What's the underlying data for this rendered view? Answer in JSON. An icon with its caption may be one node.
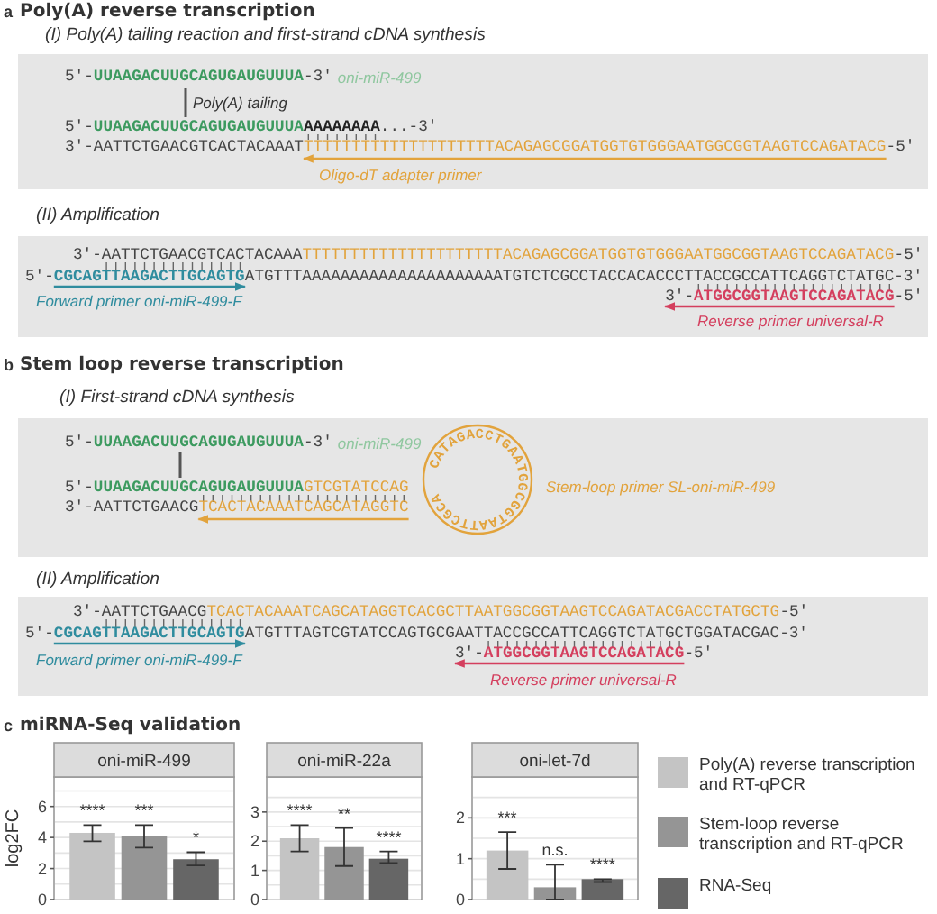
{
  "diagram": {
    "labels": [
      "a",
      "Poly(A) reverse transcription",
      "(I) Poly(A) tailing reaction and first-strand cDNA synthesis",
      "5'-",
      "UUAAGACUUGCAGUGAUGUUUA",
      "-3'",
      "oni-miR-499",
      "Poly(A) tailing",
      "5'-",
      "UUAAGACUUGCAGUGAUGUUUA",
      "AAAAAAAA",
      "...-3'",
      "3'-AATTCTGAACGTCACTACAAAT",
      "TTTTTTTTTTTTTTTTTTTTACAGAGCGGATGGTGTGGGAATGGCGGTAAGTCCAGATACG",
      "-5'",
      "Oligo-dT adapter primer",
      "(II) Amplification",
      "3'-AATTCTGAACGTCACTACAAA",
      "TTTTTTTTTTTTTTTTTTTTTACAGAGCGGATGGTGTGGGAATGGCGGTAAGTCCAGATACG",
      "-5'",
      "5'-",
      "CGCAGTTAAGACTTGCAGTG",
      "ATGTTTAAAAAAAAAAAAAAAAAAAAATGTCTCGCCTACCACACCCTTACCGCCATTCAGGTCTATGC-3'",
      "3'-",
      "ATGGCGGTAAGTCCAGATACG",
      "-5'",
      "Forward primer oni-miR-499-F",
      "Reverse primer universal-R",
      "b",
      "Stem loop reverse transcription",
      "(I) First-strand cDNA synthesis",
      "5'-",
      "UUAAGACUUGCAGUGAUGUUUA",
      "-3'",
      "oni-miR-499",
      "5'-",
      "UUAAGACUUGCAGUGAUGUUUA",
      "GTCGTATCCAG",
      "3'-AATTCTGAACG",
      "TCACTACAAATCAGCATAGGTC",
      "CATAGACCTGAATGGCGGTAATTCGCA",
      "Stem-loop primer SL-oni-miR-499",
      "(II) Amplification",
      "3'-AATTCTGAACG",
      "TCACTACAAATCAGCATAGGTCACGCTTAATGGCGGTAAGTCCAGATACGACCTATGCTG",
      "-5'",
      "5'-",
      "CGCAGTTAAGACTTGCAGTG",
      "ATGTTTAGTCGTATCCAGTGCGAATTACCGCCATTCAGGTCTATGCTGGATACGAC-3'",
      "3'-",
      "ATGGCGGTAAGTCCAGATACG",
      "-5'",
      "Forward primer oni-miR-499-F",
      "Reverse primer universal-R",
      "c",
      "miRNA-Seq validation"
    ],
    "legend": [
      {
        "text": "Poly(A) reverse transcription and RT-qPCR",
        "color": "#c4c4c4"
      },
      {
        "text": "Stem-loop reverse transcription and RT-qPCR",
        "color": "#959595"
      },
      {
        "text": "RNA-Seq",
        "color": "#666666"
      }
    ],
    "chart_data": [
      {
        "type": "bar",
        "title": "oni-miR-499",
        "ylabel": "log2FC",
        "grid": true,
        "values": [
          4.3,
          4.1,
          2.6
        ],
        "ylim": [
          0,
          7.9
        ],
        "yticks": [
          0,
          2,
          4,
          6
        ],
        "value_labels": [
          "****",
          "***",
          "*"
        ]
      },
      {
        "type": "bar",
        "title": "oni-miR-22a",
        "grid": true,
        "values": [
          2.1,
          1.8,
          1.4
        ],
        "ylim": [
          0,
          4.2
        ],
        "yticks": [
          0,
          1,
          2,
          3
        ],
        "value_labels": [
          "****",
          "**",
          "****"
        ]
      },
      {
        "type": "bar",
        "title": "oni-let-7d",
        "grid": true,
        "values": [
          1.2,
          0.3,
          0.5
        ],
        "ylim": [
          0,
          3
        ],
        "yticks": [
          0,
          1,
          2
        ],
        "value_labels": [
          "***",
          "n.s.",
          "****"
        ]
      }
    ]
  }
}
